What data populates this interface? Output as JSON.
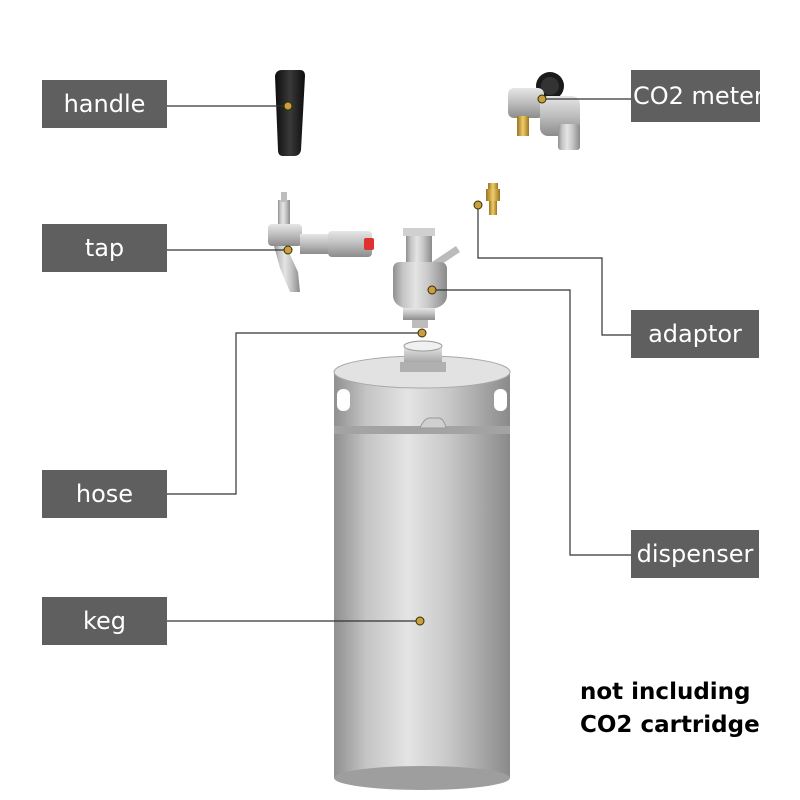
{
  "labels": {
    "handle": "handle",
    "co2_meter": "CO2 meter",
    "tap": "tap",
    "adaptor": "adaptor",
    "hose": "hose",
    "dispenser": "dispenser",
    "keg": "keg"
  },
  "note": {
    "line1": "not including",
    "line2": "CO2 cartridge"
  },
  "colors": {
    "label_bg": "#5f5f5f",
    "label_text": "#ffffff",
    "leader_line": "#333333",
    "marker_dot": "#c8a040",
    "steel": "#c9c9c9",
    "black_plastic": "#1a1a1a"
  }
}
